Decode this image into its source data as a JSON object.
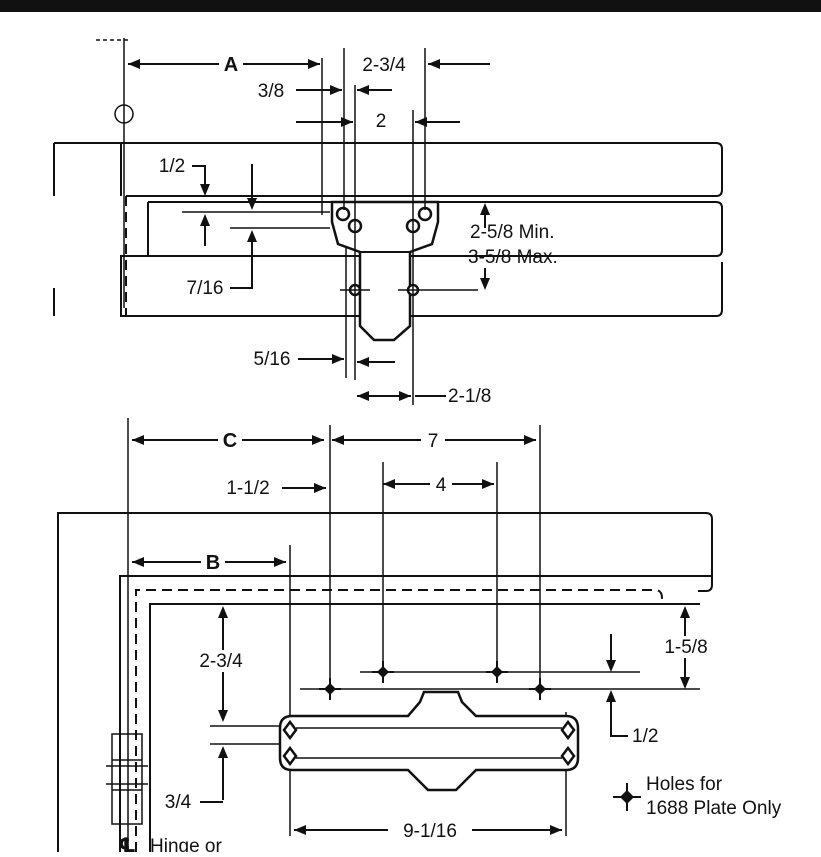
{
  "header_strip_text": "",
  "labels": {
    "A": "A",
    "B": "B",
    "C": "C",
    "three_eighths": "3/8",
    "two_three_quarters_top": "2-3/4",
    "two": "2",
    "half_top": "1/2",
    "two_five_eighths_min": "2-5/8 Min.",
    "three_five_eighths_max": "3-5/8 Max.",
    "seven_sixteenths": "7/16",
    "five_sixteenths": "5/16",
    "two_one_eighth": "2-1/8",
    "seven": "7",
    "one_and_half": "1-1/2",
    "four": "4",
    "two_three_quarters_side": "2-3/4",
    "one_five_eighths": "1-5/8",
    "half_bottom": "1/2",
    "three_quarters": "3/4",
    "nine_one_sixteenth": "9-1/16",
    "centerline_symbol": "℄",
    "hinge_or": "Hinge or"
  },
  "legend": {
    "line1": "Holes for",
    "line2": "1688 Plate Only",
    "icon": "crosshair-hole-icon"
  }
}
